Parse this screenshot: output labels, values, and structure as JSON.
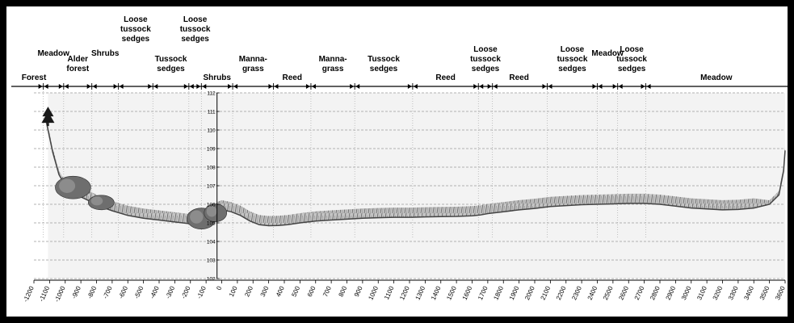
{
  "chart_data": {
    "type": "profile",
    "x_ticks": [
      -1200,
      -1100,
      -1000,
      -900,
      -800,
      -700,
      -600,
      -500,
      -400,
      -300,
      -200,
      -100,
      0,
      100,
      200,
      300,
      400,
      500,
      600,
      700,
      800,
      900,
      1000,
      1100,
      1200,
      1300,
      1400,
      1500,
      1600,
      1700,
      1800,
      1900,
      2000,
      2100,
      2200,
      2300,
      2400,
      2500,
      2600,
      2700,
      2800,
      2900,
      3000,
      3100,
      3200,
      3300,
      3400,
      3500,
      3600
    ],
    "y_ticks": [
      102,
      103,
      104,
      105,
      106,
      107,
      108,
      109,
      110,
      111,
      112
    ],
    "zone_boundaries": [
      -1140,
      -1010,
      -830,
      -660,
      -440,
      -210,
      -130,
      70,
      330,
      570,
      850,
      1220,
      1640,
      1730,
      2080,
      2400,
      2530,
      2710
    ],
    "zones": [
      {
        "label": "Forest",
        "x_mid": -1200,
        "row": 0
      },
      {
        "label": "Meadow",
        "x_mid": -1075,
        "row": 2
      },
      {
        "label": "Alder\nforest",
        "x_mid": -920,
        "row": 1
      },
      {
        "label": "Shrubs",
        "x_mid": -745,
        "row": 2
      },
      {
        "label": "Loose\ntussock\nsedges",
        "x_mid": -550,
        "row": 3
      },
      {
        "label": "Tussock\nsedges",
        "x_mid": -325,
        "row": 1
      },
      {
        "label": "Loose\ntussock\nsedges",
        "x_mid": -170,
        "row": 3
      },
      {
        "label": "Shrubs",
        "x_mid": -30,
        "row": 0
      },
      {
        "label": "Manna-\ngrass",
        "x_mid": 200,
        "row": 1
      },
      {
        "label": "Reed",
        "x_mid": 450,
        "row": 0
      },
      {
        "label": "Manna-\ngrass",
        "x_mid": 710,
        "row": 1
      },
      {
        "label": "Tussock\nsedges",
        "x_mid": 1035,
        "row": 1
      },
      {
        "label": "Reed",
        "x_mid": 1430,
        "row": 0
      },
      {
        "label": "Loose\ntussock\nsedges",
        "x_mid": 1685,
        "row": 1
      },
      {
        "label": "Reed",
        "x_mid": 1900,
        "row": 0
      },
      {
        "label": "Loose\ntussock\nsedges",
        "x_mid": 2240,
        "row": 1
      },
      {
        "label": "Meadow",
        "x_mid": 2465,
        "row": 2
      },
      {
        "label": "Loose\ntussock\nsedges",
        "x_mid": 2620,
        "row": 1
      },
      {
        "label": "Meadow",
        "x_mid": 3160,
        "row": 0
      }
    ],
    "surface": [
      [
        -1120,
        110.4
      ],
      [
        -1080,
        108.8
      ],
      [
        -1040,
        107.6
      ],
      [
        -1000,
        107.0
      ],
      [
        -950,
        106.6
      ],
      [
        -900,
        106.4
      ],
      [
        -850,
        106.2
      ],
      [
        -800,
        106.0
      ],
      [
        -750,
        105.8
      ],
      [
        -700,
        105.65
      ],
      [
        -600,
        105.4
      ],
      [
        -500,
        105.25
      ],
      [
        -400,
        105.15
      ],
      [
        -300,
        105.05
      ],
      [
        -200,
        104.95
      ],
      [
        -150,
        104.95
      ],
      [
        -100,
        105.05
      ],
      [
        -60,
        105.2
      ],
      [
        -30,
        105.6
      ],
      [
        0,
        105.7
      ],
      [
        60,
        105.6
      ],
      [
        120,
        105.4
      ],
      [
        180,
        105.1
      ],
      [
        240,
        104.9
      ],
      [
        300,
        104.85
      ],
      [
        360,
        104.86
      ],
      [
        420,
        104.9
      ],
      [
        500,
        105.0
      ],
      [
        600,
        105.1
      ],
      [
        700,
        105.15
      ],
      [
        800,
        105.2
      ],
      [
        900,
        105.25
      ],
      [
        1000,
        105.28
      ],
      [
        1100,
        105.3
      ],
      [
        1200,
        105.3
      ],
      [
        1300,
        105.32
      ],
      [
        1400,
        105.34
      ],
      [
        1500,
        105.35
      ],
      [
        1600,
        105.38
      ],
      [
        1650,
        105.42
      ],
      [
        1700,
        105.5
      ],
      [
        1800,
        105.6
      ],
      [
        1900,
        105.7
      ],
      [
        2000,
        105.78
      ],
      [
        2100,
        105.88
      ],
      [
        2200,
        105.93
      ],
      [
        2300,
        105.98
      ],
      [
        2400,
        106.0
      ],
      [
        2500,
        106.02
      ],
      [
        2600,
        106.05
      ],
      [
        2700,
        106.05
      ],
      [
        2800,
        106.0
      ],
      [
        2900,
        105.9
      ],
      [
        3000,
        105.8
      ],
      [
        3100,
        105.75
      ],
      [
        3200,
        105.7
      ],
      [
        3300,
        105.72
      ],
      [
        3400,
        105.8
      ],
      [
        3500,
        106.0
      ],
      [
        3560,
        106.5
      ],
      [
        3590,
        107.8
      ],
      [
        3600,
        108.9
      ]
    ]
  }
}
